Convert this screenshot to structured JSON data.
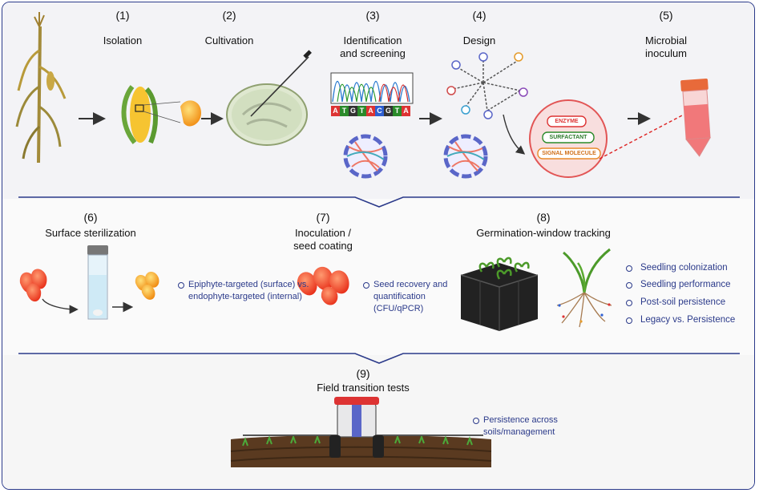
{
  "steps": [
    {
      "num": "(1)",
      "label": "Isolation"
    },
    {
      "num": "(2)",
      "label": "Cultivation"
    },
    {
      "num": "(3)",
      "label_line1": "Identification",
      "label_line2": "and screening"
    },
    {
      "num": "(4)",
      "label": "Design"
    },
    {
      "num": "(5)",
      "label_line1": "Microbial",
      "label_line2": "inoculum"
    },
    {
      "num": "(6)",
      "label": "Surface sterilization"
    },
    {
      "num": "(7)",
      "label_line1": "Inoculation /",
      "label_line2": "seed coating"
    },
    {
      "num": "(8)",
      "label": "Germination-window tracking"
    },
    {
      "num": "(9)",
      "label": "Field transition tests"
    }
  ],
  "dna_sequence": [
    "A",
    "T",
    "G",
    "T",
    "A",
    "C",
    "G",
    "T",
    "A"
  ],
  "design_tags": [
    "ENZYME",
    "SURFACTANT",
    "SIGNAL MOLECULE"
  ],
  "notes": {
    "sterilization_line1": "Epiphyte-targeted (surface) vs.",
    "sterilization_line2": "endophyte-targeted (internal)",
    "coating_line1": "Seed recovery and",
    "coating_line2": "quantification",
    "coating_line3": "(CFU/qPCR)",
    "field_line1": "Persistence across",
    "field_line2": "soils/management"
  },
  "tracking_list": [
    "Seedling colonization",
    "Seedling performance",
    "Post-soil persistence",
    "Legacy vs. Persistence"
  ],
  "colors": {
    "accent": "#2b3a8a",
    "tube_red": "#e8473b",
    "kernel_orange": "#f39a1f"
  }
}
